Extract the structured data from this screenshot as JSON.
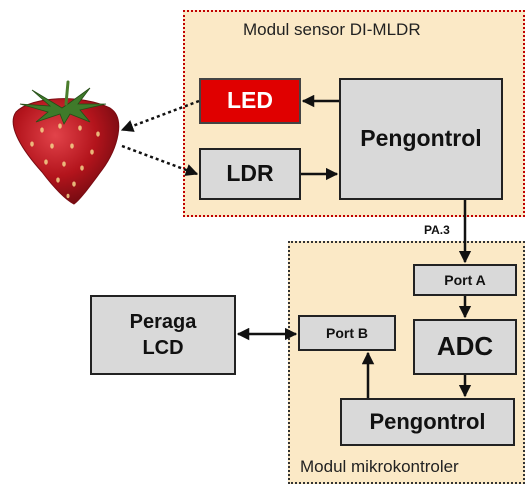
{
  "panels": {
    "sensor_title": "Modul sensor DI-MLDR",
    "micro_title": "Modul mikrokontroler"
  },
  "blocks": {
    "led": "LED",
    "ldr": "LDR",
    "pengontrol_sensor": "Pengontrol",
    "port_a": "Port A",
    "adc": "ADC",
    "port_b": "Port B",
    "pengontrol_micro": "Pengontrol",
    "lcd_line1": "Peraga",
    "lcd_line2": "LCD"
  },
  "signals": {
    "pa3": "PA.3"
  },
  "colors": {
    "panel_fill": "#fbe9c6",
    "sensor_border": "#c00000",
    "led_fill": "#e00000",
    "block_fill": "#d9d9d9"
  },
  "icons": {
    "object": "strawberry-icon"
  }
}
